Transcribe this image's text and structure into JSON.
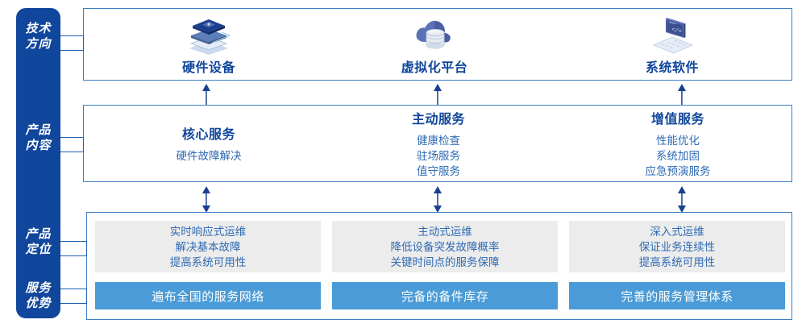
{
  "sidebar": {
    "labels": [
      {
        "name": "tech-direction",
        "line1": "技术",
        "line2": "方向"
      },
      {
        "name": "product-content",
        "line1": "产品",
        "line2": "内容"
      },
      {
        "name": "product-position",
        "line1": "产品",
        "line2": "定位"
      },
      {
        "name": "service-advantage",
        "line1": "服务",
        "line2": "优势"
      }
    ]
  },
  "tech_row": {
    "items": [
      {
        "icon": "server-stack-icon",
        "label": "硬件设备"
      },
      {
        "icon": "cloud-database-icon",
        "label": "虚拟化平台"
      },
      {
        "icon": "laptop-code-icon",
        "label": "系统软件"
      }
    ]
  },
  "content_row": {
    "columns": [
      {
        "title": "核心服务",
        "items": [
          "硬件故障解决"
        ]
      },
      {
        "title": "主动服务",
        "items": [
          "健康检查",
          "驻场服务",
          "值守服务"
        ]
      },
      {
        "title": "增值服务",
        "items": [
          "性能优化",
          "系统加固",
          "应急预演服务"
        ]
      }
    ]
  },
  "position_row": {
    "columns": [
      {
        "items": [
          "实时响应式运维",
          "解决基本故障",
          "提高系统可用性"
        ]
      },
      {
        "items": [
          "主动式运维",
          "降低设备突发故障概率",
          "关键时间点的服务保障"
        ]
      },
      {
        "items": [
          "深入式运维",
          "保证业务连续性",
          "提高系统可用性"
        ]
      }
    ]
  },
  "advantage_row": {
    "bars": [
      "遍布全国的服务网络",
      "完备的备件库存",
      "完善的服务管理体系"
    ]
  },
  "colors": {
    "rail": "#10469b",
    "box_border": "#3f7fc4",
    "title": "#10469b",
    "body_text": "#2f6bb3",
    "gray_panel": "#ececec",
    "blue_bar": "#4a9bd7",
    "connector": "#1f5fae",
    "arrow": "#1b3f8f"
  }
}
